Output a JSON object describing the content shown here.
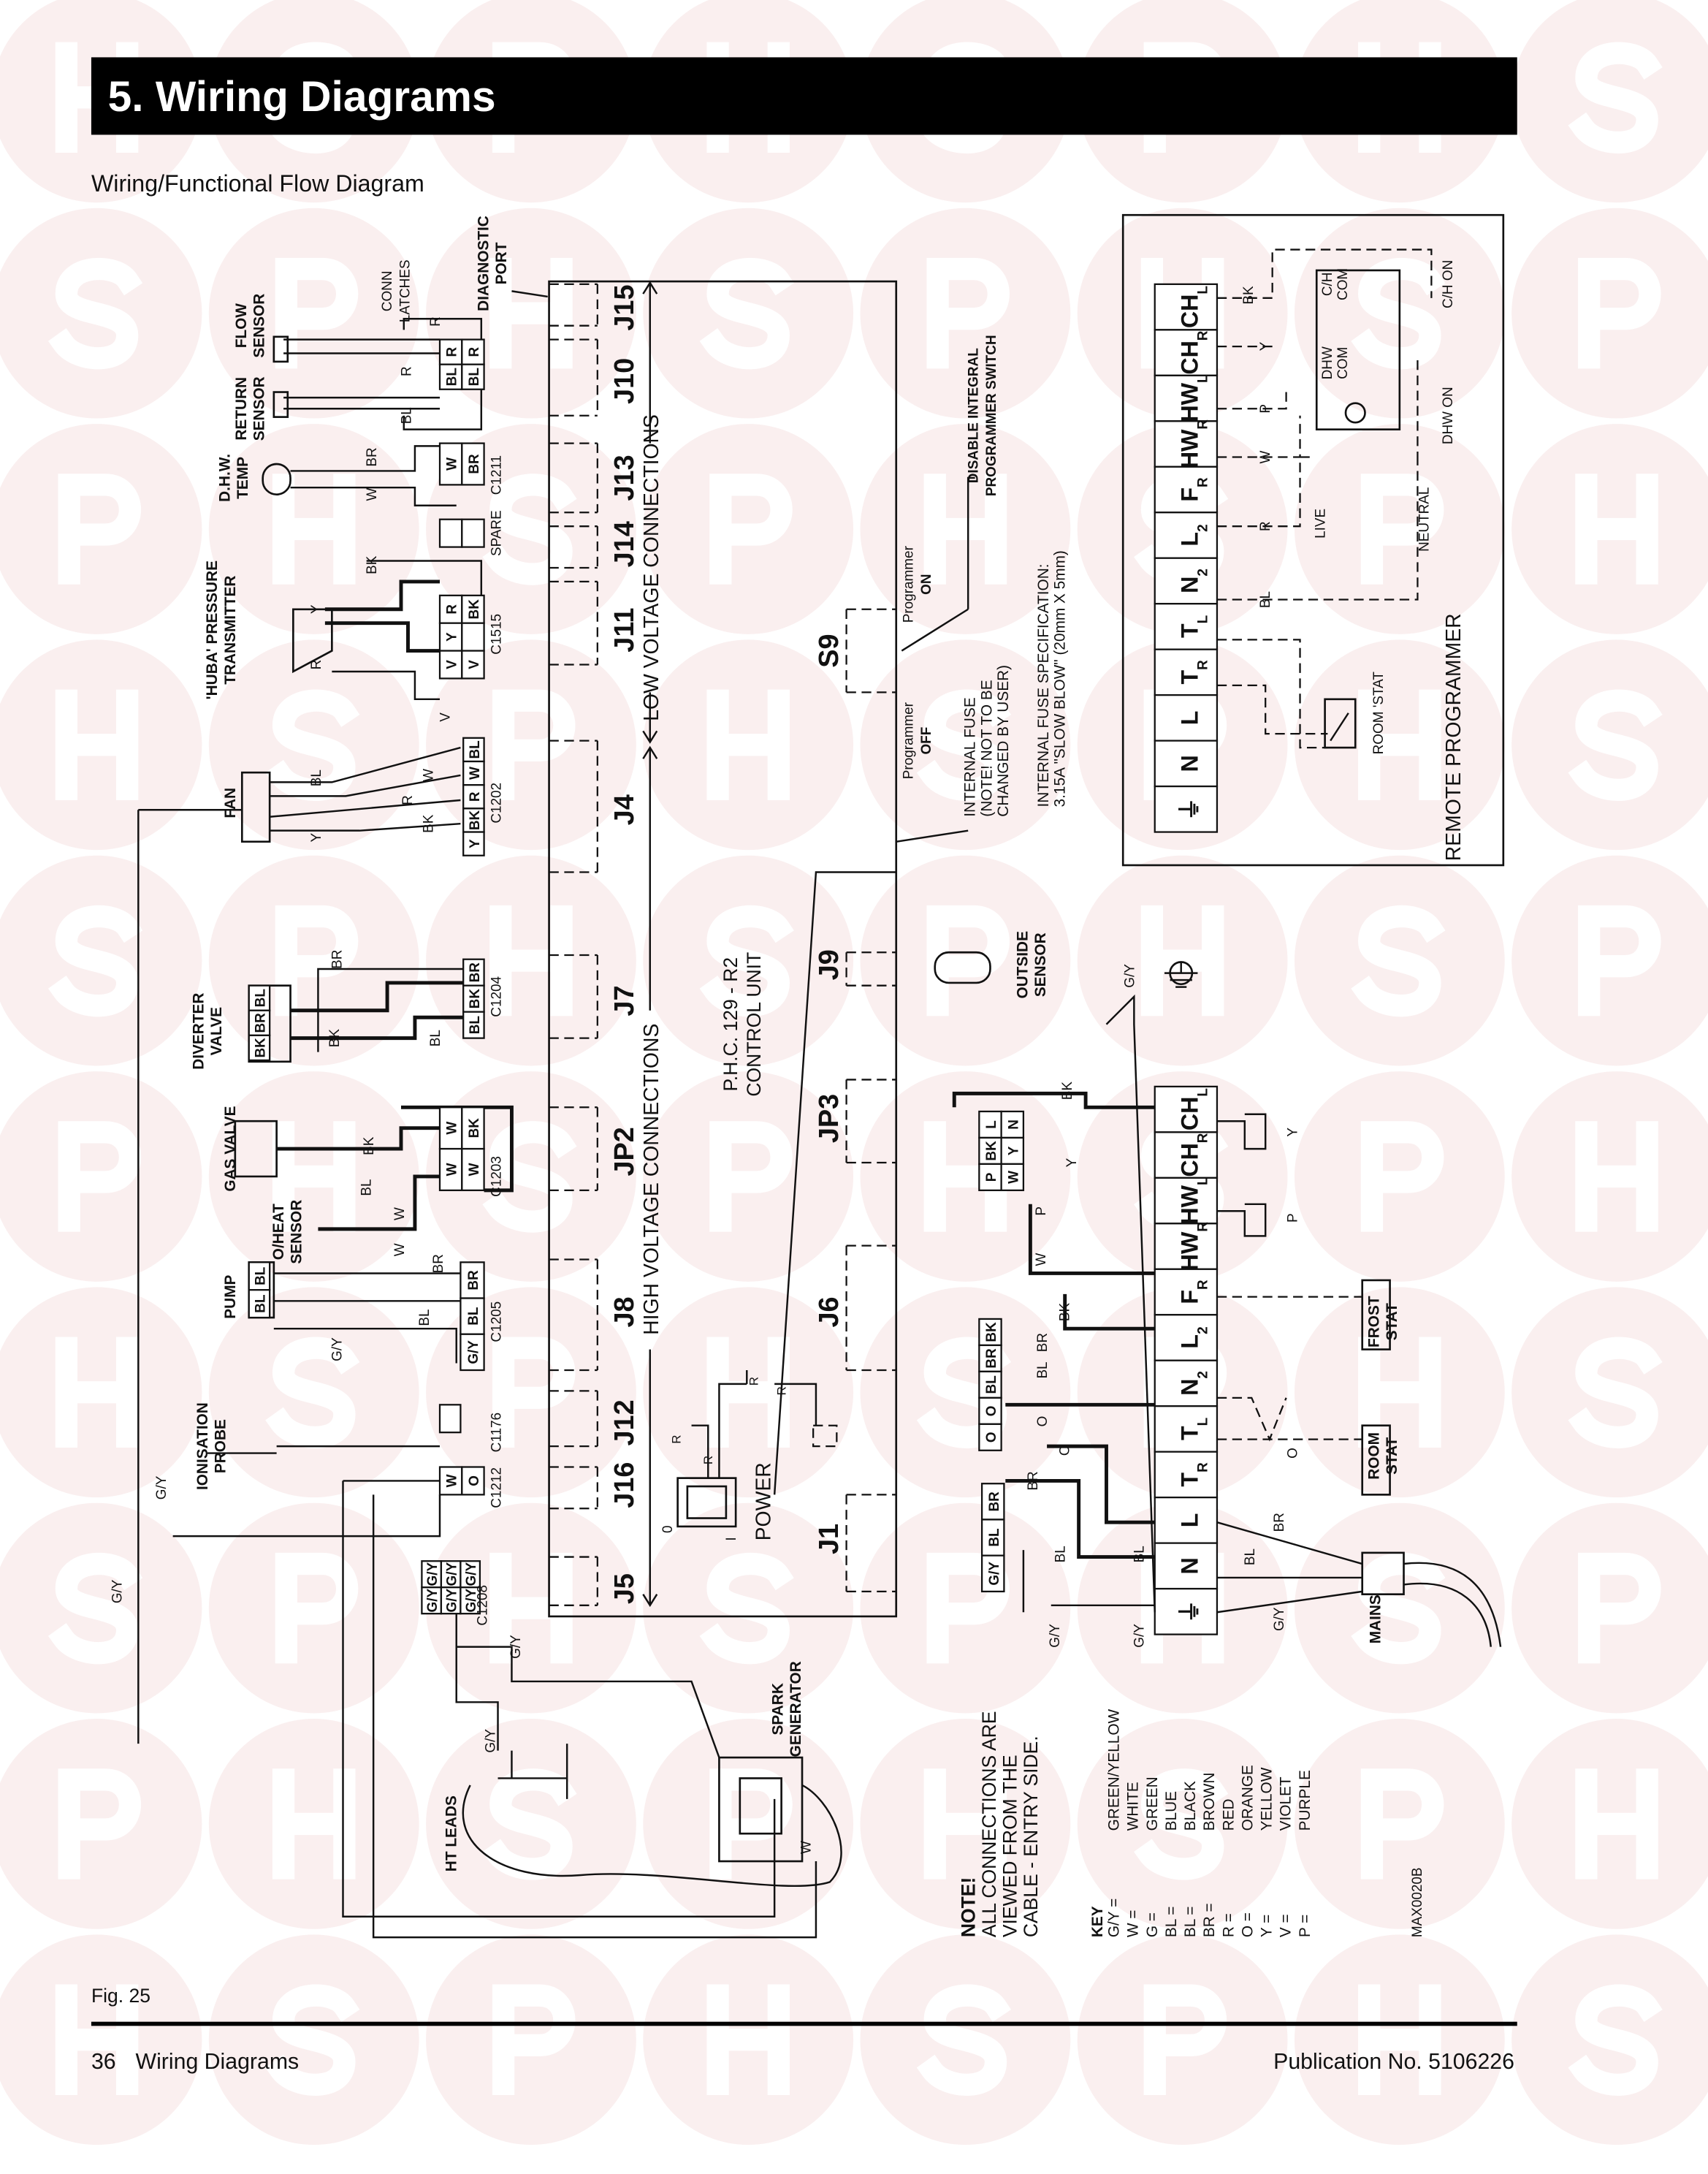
{
  "header": {
    "title": "5. Wiring Diagrams"
  },
  "subtitle": "Wiring/Functional Flow Diagram",
  "control_unit": {
    "name": [
      "P.H.C. 129 - R2",
      "CONTROL UNIT"
    ],
    "low_voltage": "LOW VOLTAGE CONNECTIONS",
    "high_voltage": "HIGH VOLTAGE CONNECTIONS",
    "diagnostic_port": [
      "DIAGNOSTIC",
      "PORT"
    ],
    "edge_connectors": [
      "J15",
      "J10",
      "J13",
      "J14",
      "J11",
      "J4",
      "J7",
      "JP2",
      "J8",
      "J12",
      "J16",
      "J5"
    ],
    "inner_connectors": [
      "S9",
      "J9",
      "JP3",
      "J6",
      "J1"
    ],
    "power": "POWER",
    "power_switch_marks": [
      "0",
      "I"
    ],
    "power_wires": [
      "R",
      "R",
      "R",
      "R"
    ]
  },
  "programmer_switch": {
    "on": [
      "Programmer",
      "ON"
    ],
    "off": [
      "Programmer",
      "OFF"
    ],
    "disable": [
      "DISABLE INTEGRAL",
      "PROGRAMMER SWITCH"
    ]
  },
  "fuse": {
    "note": [
      "INTERNAL FUSE",
      "(NOTE! NOT TO BE",
      "CHANGED BY USER)"
    ],
    "spec": [
      "INTERNAL FUSE SPECIFICATION:",
      "3.15A \"SLOW BLOW\" (20mm X 5mm)"
    ]
  },
  "components": {
    "flow_sensor": [
      "FLOW",
      "SENSOR"
    ],
    "return_sensor": [
      "RETURN",
      "SENSOR"
    ],
    "dhw_temp": [
      "D.H.W.",
      "TEMP"
    ],
    "conn_latches": [
      "CONN",
      "LATCHES"
    ],
    "huba": [
      "'HUBA' PRESSURE",
      "TRANSMITTER"
    ],
    "fan": [
      "FAN"
    ],
    "diverter_valve": [
      "DIVERTER",
      "VALVE"
    ],
    "gas_valve": [
      "GAS VALVE"
    ],
    "overheat_sensor": [
      "O/HEAT",
      "SENSOR"
    ],
    "pump": [
      "PUMP"
    ],
    "ionisation_probe": [
      "IONISATION",
      "PROBE"
    ],
    "spark_generator": [
      "SPARK",
      "GENERATOR"
    ],
    "ht_leads": [
      "HT LEADS"
    ],
    "outside_sensor": [
      "OUTSIDE",
      "SENSOR"
    ],
    "mains": [
      "MAINS"
    ],
    "frost_stat": [
      "FROST",
      "STAT"
    ],
    "room_stat": [
      "ROOM",
      "STAT"
    ]
  },
  "connector_codes": [
    "C1211",
    "SPARE",
    "C1515",
    "C1202",
    "C1204",
    "C1203",
    "C1205",
    "C1176",
    "C1212",
    "C1208"
  ],
  "connector_blocks": [
    {
      "id": "sensor-block",
      "cols": [
        [
          "R",
          "BL"
        ],
        [
          "R",
          "BL"
        ]
      ]
    },
    {
      "id": "c1211",
      "cols": [
        [
          "W"
        ],
        [
          "BR"
        ]
      ]
    },
    {
      "id": "spare",
      "cols": [
        [
          ""
        ],
        [
          ""
        ]
      ]
    },
    {
      "id": "c1515",
      "cols": [
        [
          "R",
          "Y",
          "V"
        ],
        [
          "BK",
          "",
          "V"
        ]
      ]
    },
    {
      "id": "c1202",
      "cols": [
        [
          "BL",
          "W",
          "R",
          "BK",
          "Y"
        ]
      ]
    },
    {
      "id": "c1204",
      "cols": [
        [
          "BR",
          "BK",
          "BL"
        ]
      ]
    },
    {
      "id": "c1203",
      "cols": [
        [
          "W",
          "W"
        ],
        [
          "BK",
          "W"
        ]
      ]
    },
    {
      "id": "c1205",
      "cols": [
        [
          "BR",
          "BL",
          "G/Y"
        ]
      ]
    },
    {
      "id": "c1176",
      "cols": [
        [
          ""
        ]
      ]
    },
    {
      "id": "c1212",
      "cols": [
        [
          "W"
        ],
        [
          "O"
        ]
      ]
    },
    {
      "id": "c1208",
      "cols": [
        [
          "G/Y",
          "G/Y"
        ],
        [
          "G/Y",
          "G/Y"
        ],
        [
          "G/Y",
          "G/Y"
        ]
      ]
    },
    {
      "id": "diverter-plug",
      "cols": [
        [
          "BL",
          "BR",
          "BK"
        ]
      ]
    },
    {
      "id": "pump-plug",
      "cols": [
        [
          "BL",
          "BL"
        ]
      ]
    },
    {
      "id": "programmer-plug",
      "cols": [
        [
          "L",
          "BK",
          "P"
        ],
        [
          "N",
          "Y",
          "W"
        ]
      ]
    },
    {
      "id": "stat-plug",
      "cols": [
        [
          "BK",
          "BR",
          "BL",
          "O",
          "O"
        ]
      ]
    },
    {
      "id": "mains-plug",
      "cols": [
        [
          "BR",
          "BL",
          "G/Y"
        ]
      ]
    }
  ],
  "wire_labels": [
    "R",
    "R",
    "BL",
    "BR",
    "W",
    "BK",
    "Y",
    "R",
    "V",
    "BL",
    "W",
    "R",
    "BK",
    "Y",
    "BR",
    "BL",
    "BK",
    "BK",
    "BL",
    "W",
    "W",
    "BR",
    "BL",
    "G/Y",
    "G/Y",
    "G/Y",
    "G/Y",
    "G/Y",
    "W",
    "G/Y",
    "Y",
    "P",
    "W",
    "BK",
    "BK",
    "BR",
    "BL",
    "O",
    "O",
    "BR",
    "BL",
    "BL",
    "G/Y",
    "G/Y",
    "BL",
    "BR",
    "G/Y",
    "Y",
    "P",
    "O"
  ],
  "terminals": [
    {
      "main": "CH",
      "sub": "L"
    },
    {
      "main": "CH",
      "sub": "R"
    },
    {
      "main": "HW",
      "sub": "L"
    },
    {
      "main": "HW",
      "sub": "R"
    },
    {
      "main": "F",
      "sub": "R"
    },
    {
      "main": "L",
      "sub": "2"
    },
    {
      "main": "N",
      "sub": "2"
    },
    {
      "main": "T",
      "sub": "L"
    },
    {
      "main": "T",
      "sub": "R"
    },
    {
      "main": "L",
      "sub": ""
    },
    {
      "main": "N",
      "sub": ""
    },
    {
      "main": "⏚",
      "sub": ""
    }
  ],
  "remote_programmer": {
    "title": "REMOTE PROGRAMMER",
    "wires": [
      "BK",
      "Y",
      "P",
      "W",
      "R",
      "BL"
    ],
    "live": "LIVE",
    "neutral": "NEUTRAL",
    "room_stat": "ROOM 'STAT",
    "dhw_com": [
      "DHW",
      "COM"
    ],
    "ch_com": [
      "C/H",
      "COM"
    ],
    "ch_on": "C/H ON",
    "dhw_on": "DHW ON"
  },
  "note": [
    "NOTE!",
    "ALL CONNECTIONS ARE",
    "VIEWED FROM THE",
    "CABLE - ENTRY SIDE."
  ],
  "key": {
    "title": "KEY",
    "entries": [
      {
        "code": "G/Y =",
        "name": "GREEN/YELLOW"
      },
      {
        "code": "W =",
        "name": "WHITE"
      },
      {
        "code": "G =",
        "name": "GREEN"
      },
      {
        "code": "BL =",
        "name": "BLUE"
      },
      {
        "code": "BL =",
        "name": "BLACK"
      },
      {
        "code": "BR =",
        "name": "BROWN"
      },
      {
        "code": "R =",
        "name": "RED"
      },
      {
        "code": "O =",
        "name": "ORANGE"
      },
      {
        "code": "Y =",
        "name": "YELLOW"
      },
      {
        "code": "V =",
        "name": "VIOLET"
      },
      {
        "code": "P =",
        "name": "PURPLE"
      }
    ]
  },
  "drawing_no": "MAX0020B",
  "figure": "Fig. 25",
  "footer": {
    "page": "36",
    "section": "Wiring Diagrams",
    "publication": "Publication No. 5106226"
  },
  "watermark": {
    "letters": [
      "H",
      "S",
      "P"
    ],
    "circle_color": "#f4dcdc",
    "letter_color": "#ffffff"
  },
  "colors": {
    "header_bg": "#000000",
    "header_text": "#ffffff",
    "ink": "#111111"
  }
}
